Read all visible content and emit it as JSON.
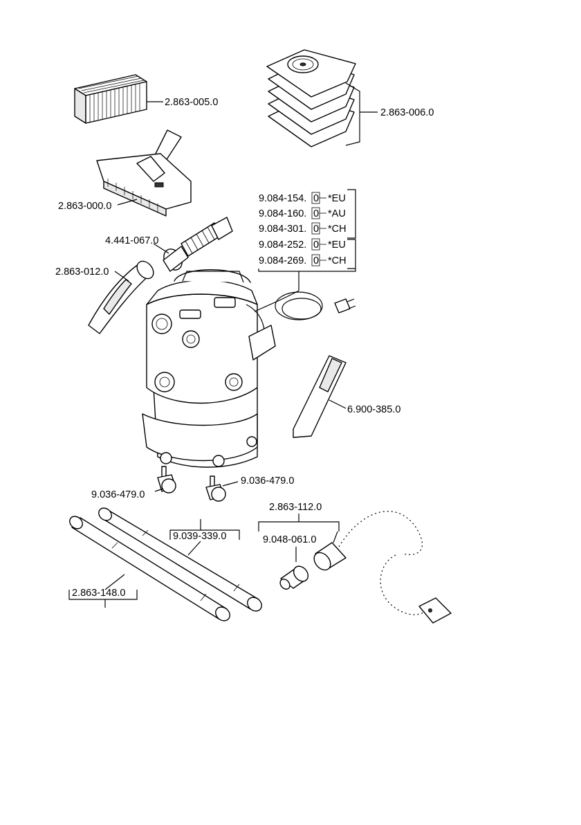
{
  "parts": {
    "filter": "2.863-005.0",
    "bags": "2.863-006.0",
    "floor_nozzle": "2.863-000.0",
    "hose_adapter": "4.441-067.0",
    "hose_handle": "2.863-012.0",
    "crevice_nozzle": "6.900-385.0",
    "caster_left": "9.036-479.0",
    "caster_right": "9.036-479.0",
    "tube_set_top": "9.039-339.0",
    "tube_set_bottom": "2.863-148.0",
    "hose_kit": "2.863-112.0",
    "reducer": "9.048-061.0"
  },
  "cables": [
    {
      "num": "9.084-154.",
      "suffix": "0",
      "region": "*EU"
    },
    {
      "num": "9.084-160.",
      "suffix": "0",
      "region": "*AU"
    },
    {
      "num": "9.084-301.",
      "suffix": "0",
      "region": "*CH"
    },
    {
      "num": "9.084-252.",
      "suffix": "0",
      "region": "*EU"
    },
    {
      "num": "9.084-269.",
      "suffix": "0",
      "region": "*CH"
    }
  ]
}
